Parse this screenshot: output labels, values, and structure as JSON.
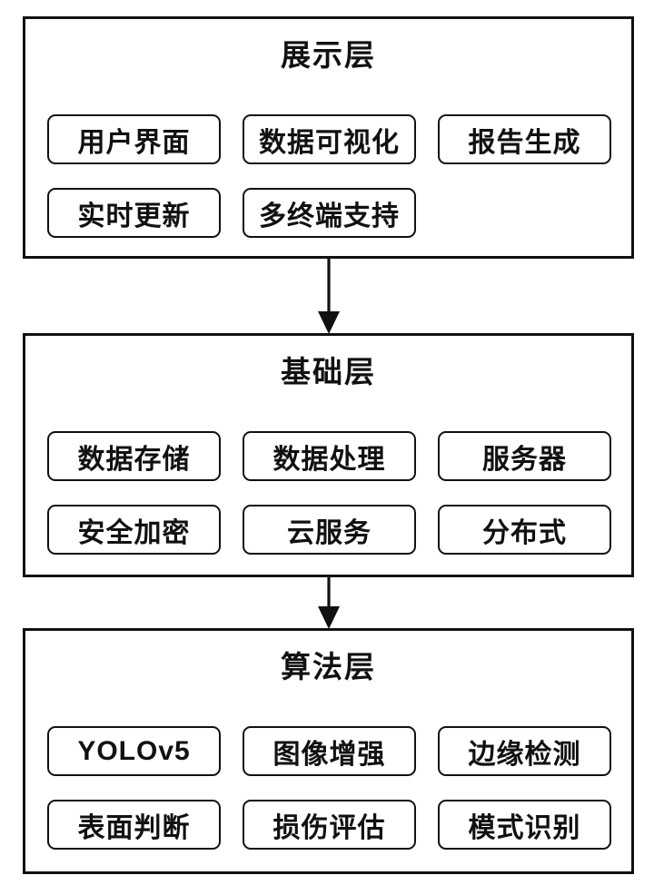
{
  "diagram": {
    "layers": [
      {
        "title": "展示层",
        "rows": [
          [
            "用户界面",
            "数据可视化",
            "报告生成"
          ],
          [
            "实时更新",
            "多终端支持"
          ]
        ]
      },
      {
        "title": "基础层",
        "rows": [
          [
            "数据存储",
            "数据处理",
            "服务器"
          ],
          [
            "安全加密",
            "云服务",
            "分布式"
          ]
        ]
      },
      {
        "title": "算法层",
        "rows": [
          [
            "YOLOv5",
            "图像增强",
            "边缘检测"
          ],
          [
            "表面判断",
            "损伤评估",
            "模式识别"
          ]
        ]
      }
    ],
    "colors": {
      "stroke": "#111111",
      "background": "#ffffff"
    }
  }
}
